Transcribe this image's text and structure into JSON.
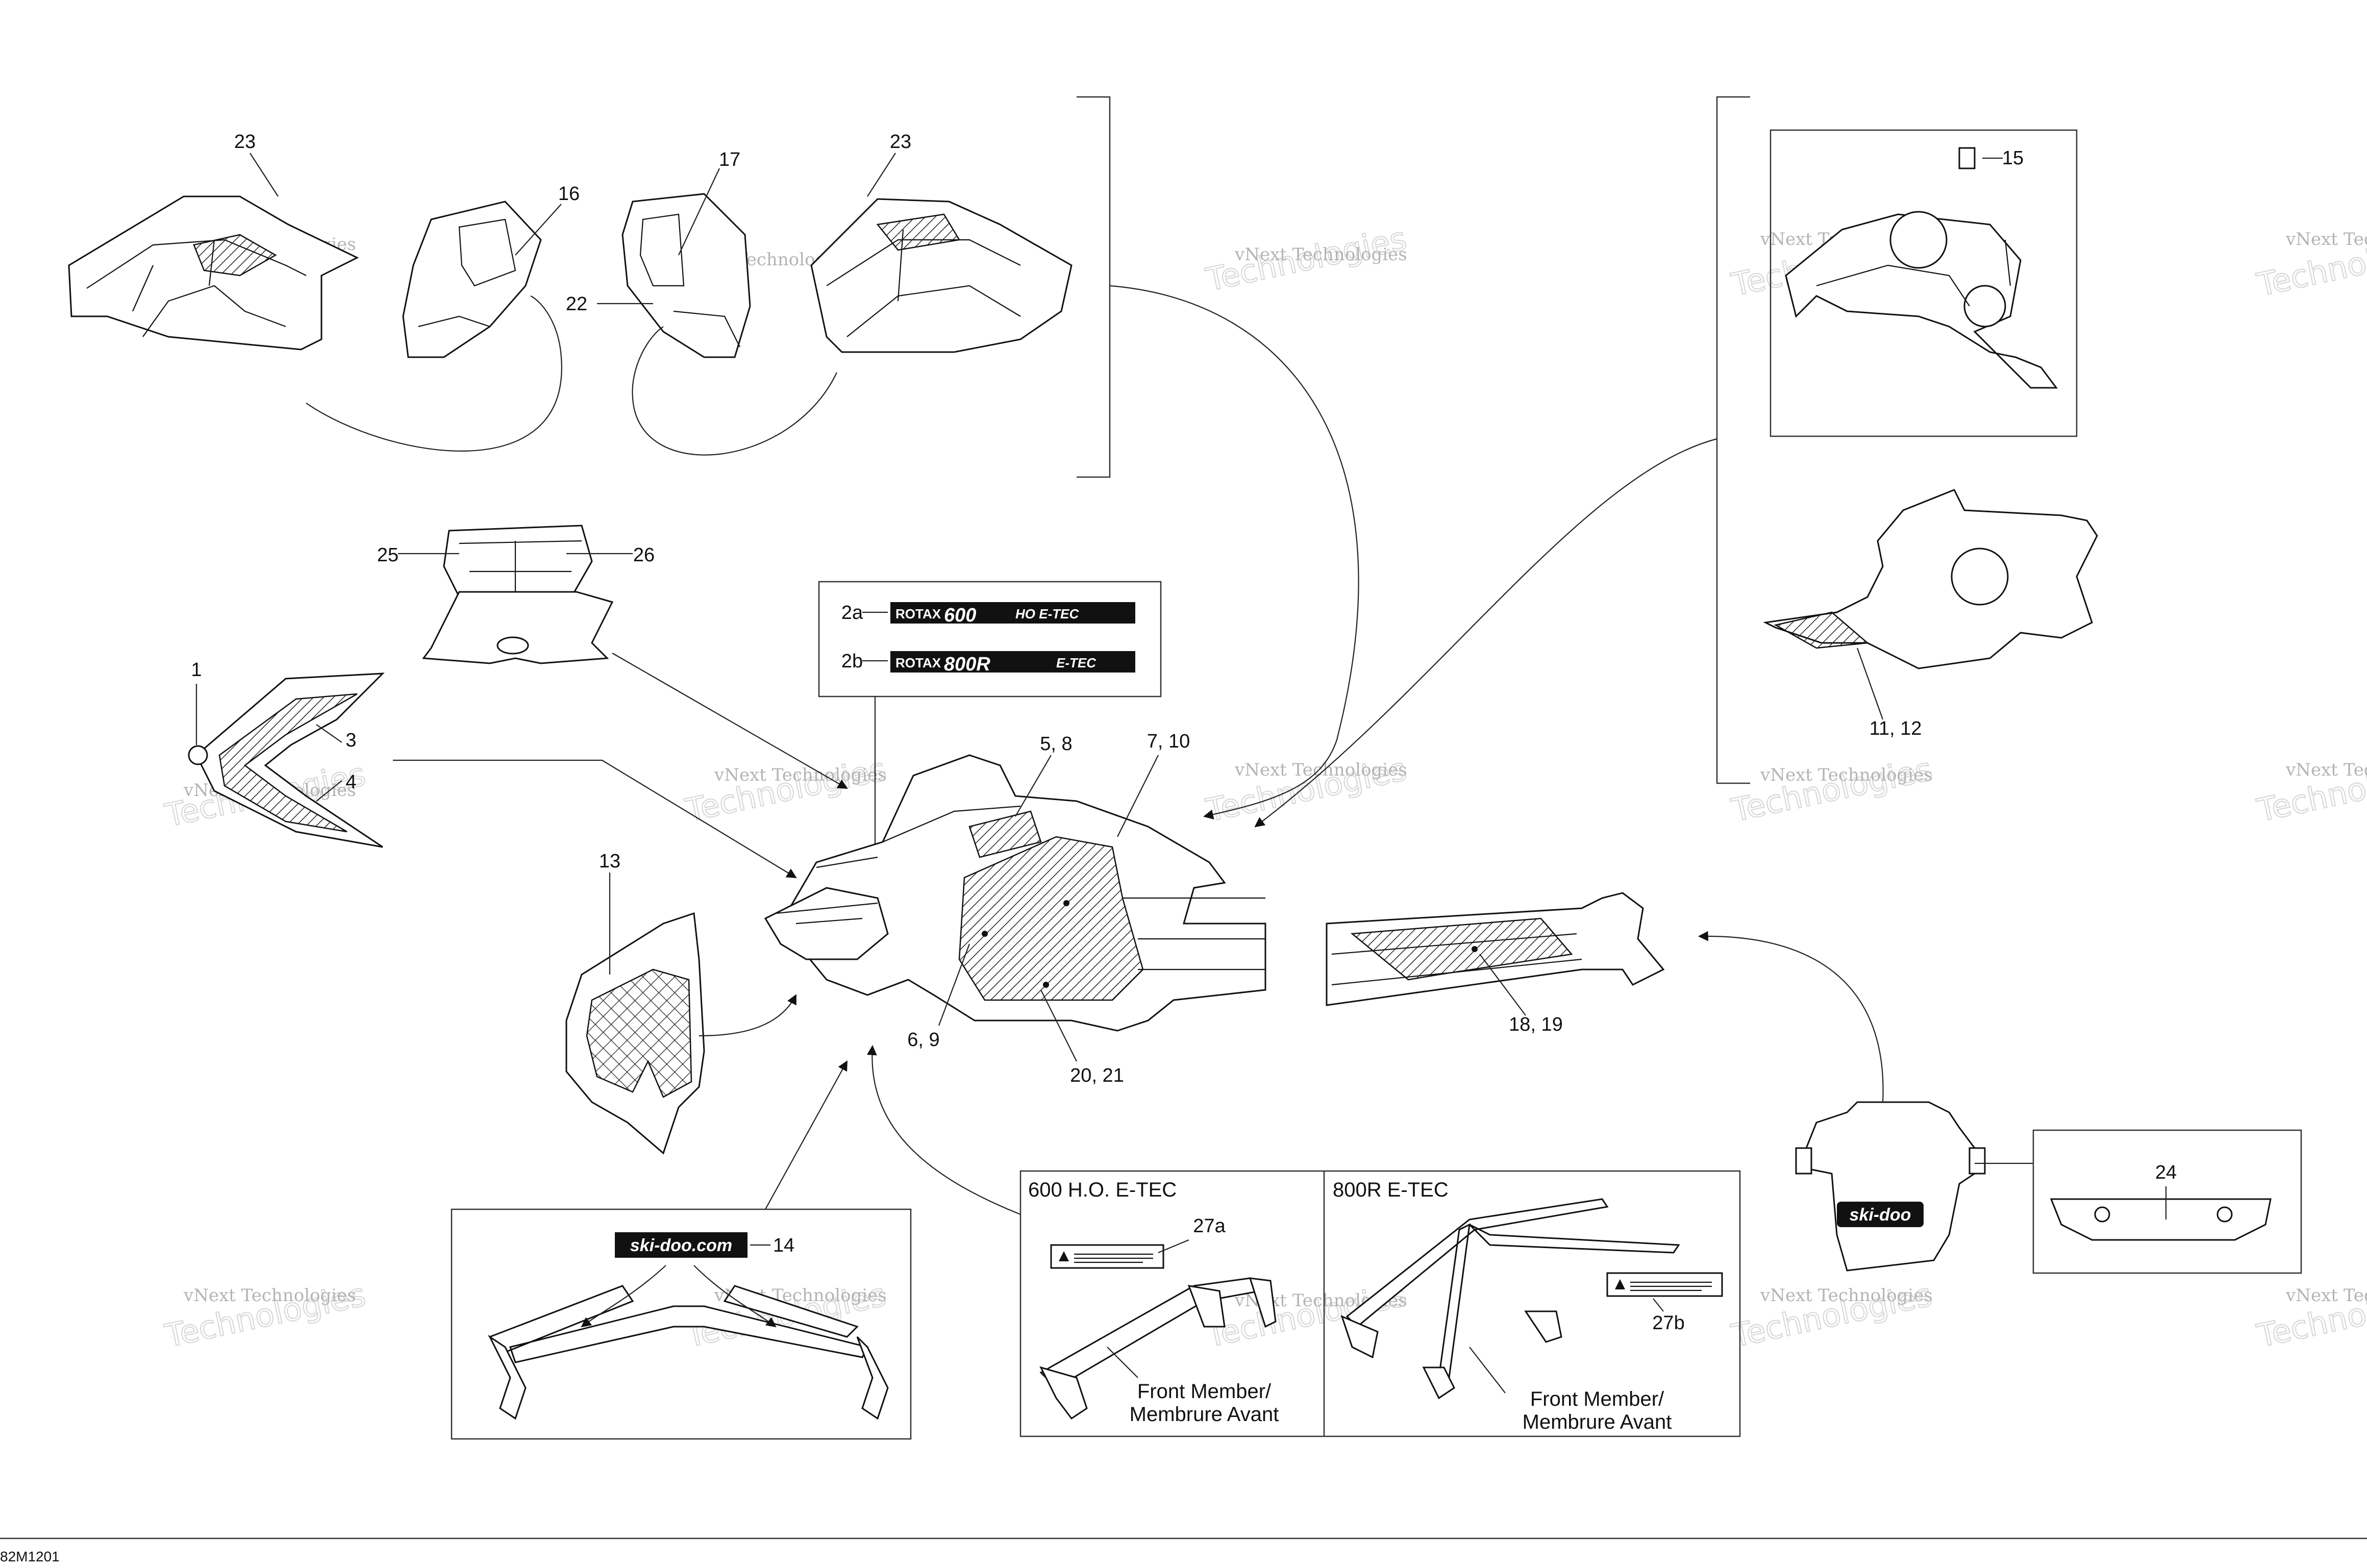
{
  "watermark": {
    "text": "vNext Technologies",
    "big_text": "Technologies"
  },
  "diagram_code": "82M1201",
  "callouts": {
    "c1": "1",
    "c2a": "2a",
    "c2b": "2b",
    "c3": "3",
    "c4": "4",
    "c5_8": "5, 8",
    "c6_9": "6, 9",
    "c7_10": "7, 10",
    "c11_12": "11, 12",
    "c13": "13",
    "c14": "14",
    "c15": "15",
    "c16": "16",
    "c17": "17",
    "c18_19": "18, 19",
    "c20_21": "20, 21",
    "c22": "22",
    "c23_left": "23",
    "c23_right": "23",
    "c24": "24",
    "c25": "25",
    "c26": "26",
    "c27a": "27a",
    "c27b": "27b"
  },
  "decals": {
    "rotax600_brand": "ROTAX",
    "rotax600_model": "600",
    "rotax600_suffix": "HO E-TEC",
    "rotax800_brand": "ROTAX",
    "rotax800_model": "800R",
    "rotax800_suffix": "E-TEC",
    "skidoo_url": "ski-doo.com",
    "skidoo_logo": "ski-doo"
  },
  "boxes": {
    "ho_header": "600 H.O. E-TEC",
    "r_header": "800R E-TEC",
    "front_member_line1": "Front Member/",
    "front_member_line2": "Membrure Avant"
  },
  "colors": {
    "line": "#111111",
    "watermark": "#b4b4b4",
    "background": "#ffffff"
  }
}
